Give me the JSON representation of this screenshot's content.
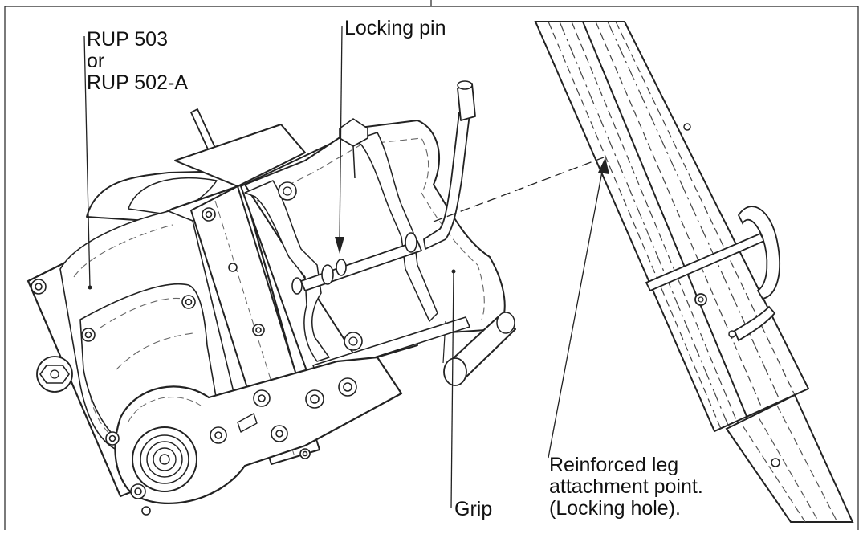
{
  "labels": {
    "unit": {
      "line1": "RUP 503",
      "line2": "or",
      "line3": "RUP 502-A"
    },
    "locking_pin": "Locking pin",
    "grip": "Grip",
    "attachment": {
      "line1": "Reinforced leg",
      "line2": "attachment point.",
      "line3": "(Locking hole)."
    }
  }
}
